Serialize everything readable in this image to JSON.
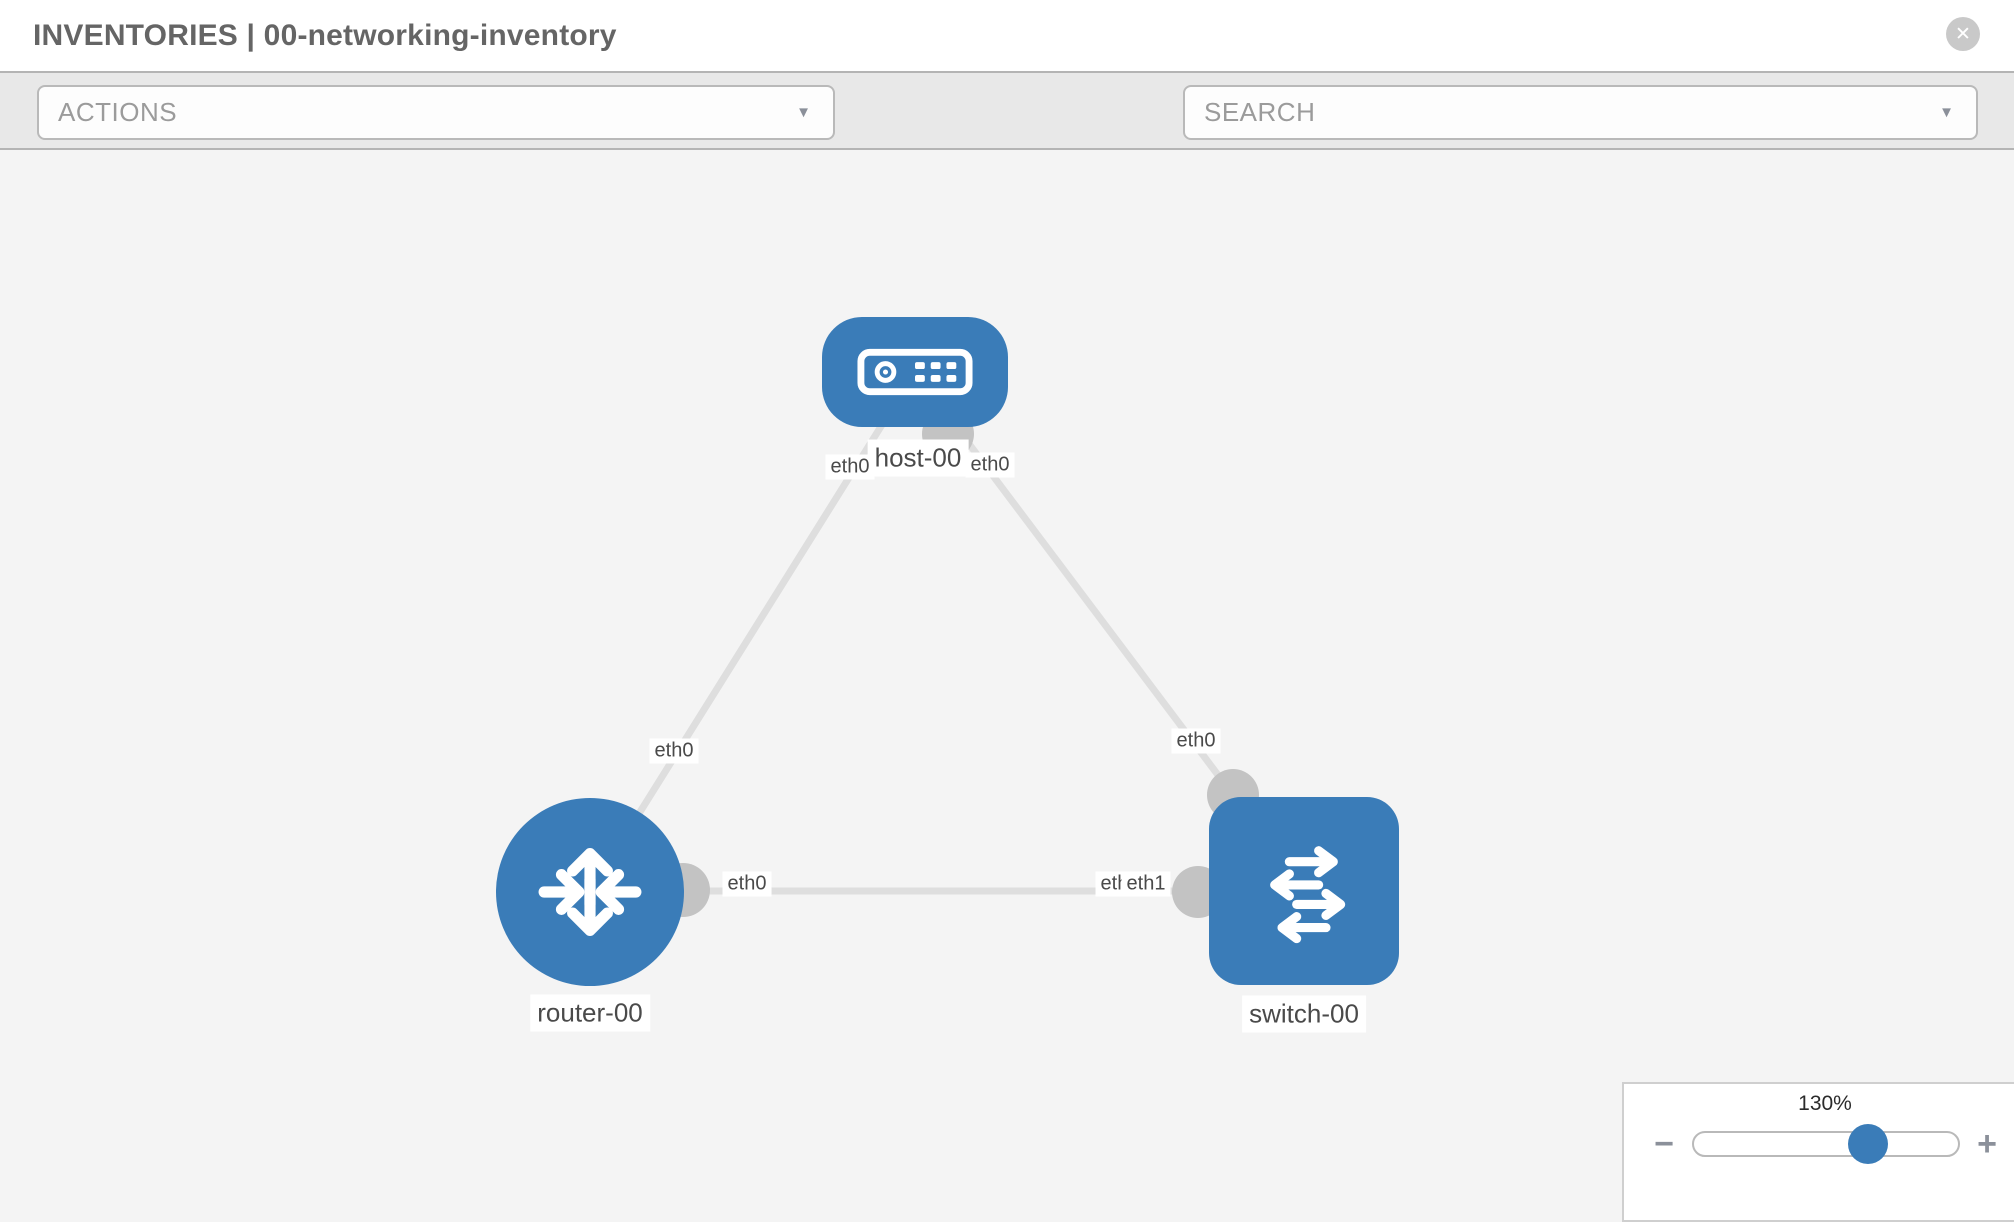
{
  "header": {
    "title": "INVENTORIES | 00-networking-inventory"
  },
  "toolbar": {
    "actions_label": "ACTIONS",
    "search_label": "SEARCH"
  },
  "icons": {
    "close_glyph": "✕",
    "caret_glyph": "▼",
    "zoom_out_glyph": "−",
    "zoom_in_glyph": "+"
  },
  "topology": {
    "nodes": [
      {
        "name": "host-00",
        "type": "host",
        "icon": "server-icon"
      },
      {
        "name": "router-00",
        "type": "router",
        "icon": "router-arrows-icon"
      },
      {
        "name": "switch-00",
        "type": "switch",
        "icon": "switch-arrows-icon"
      }
    ],
    "links": [
      {
        "source": "host-00",
        "target": "router-00",
        "source_interface": "eth0",
        "target_interface": "eth0"
      },
      {
        "source": "host-00",
        "target": "switch-00",
        "source_interface": "eth0",
        "target_interface": "eth0"
      },
      {
        "source": "router-00",
        "target": "switch-00",
        "source_interface": "eth0",
        "target_interface": "eth1",
        "target_overlap_label": "eth0"
      }
    ]
  },
  "zoom_control": {
    "level": "130%"
  },
  "colors": {
    "node_blue": "#3a7cb8",
    "link_gray": "#dedede",
    "port_gray": "#c3c3c3",
    "toolbar_bg": "#e8e8e8",
    "canvas_bg": "#f4f4f4",
    "slider_handle": "#3a7cb8"
  }
}
